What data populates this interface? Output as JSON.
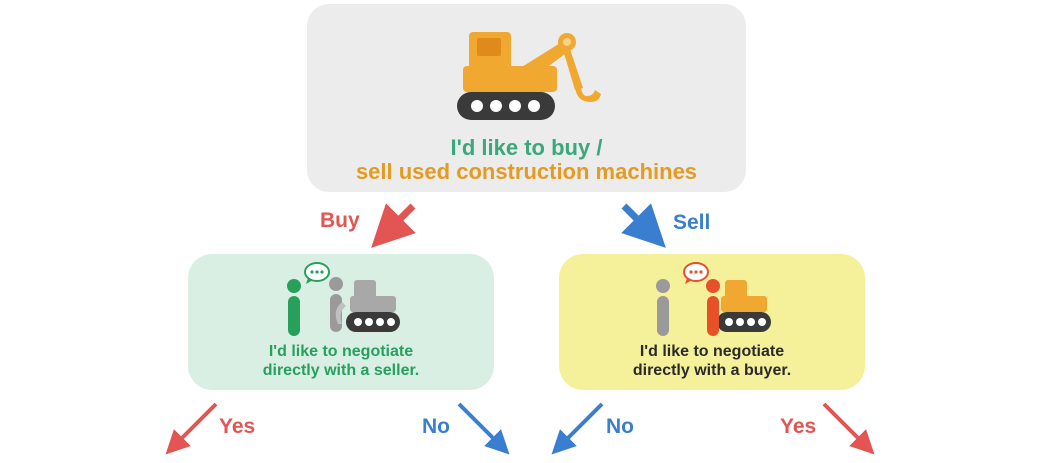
{
  "top_box": {
    "line1": "I'd like to buy /",
    "line2": "sell used construction machines"
  },
  "branches": {
    "buy": "Buy",
    "sell": "Sell"
  },
  "buy_box": {
    "line1": "I'd like to negotiate",
    "line2": "directly with a seller."
  },
  "sell_box": {
    "line1": "I'd like to negotiate",
    "line2": "directly with a buyer."
  },
  "outcomes": {
    "yes_left": "Yes",
    "no_left": "No",
    "no_right": "No",
    "yes_right": "Yes"
  },
  "colors": {
    "buy_red": "#e25552",
    "sell_blue": "#3a7fcf",
    "machine_orange": "#f0a830",
    "top_green": "#3aa77c",
    "top_orange": "#e59b21",
    "buy_box_bg": "#d9efe3",
    "sell_box_bg": "#f5f19a"
  },
  "icons": [
    "excavator-icon",
    "buyer-person-icon",
    "speech-bubble-icon",
    "grey-bulldozer-icon",
    "seller-person-icon",
    "orange-bulldozer-icon"
  ]
}
